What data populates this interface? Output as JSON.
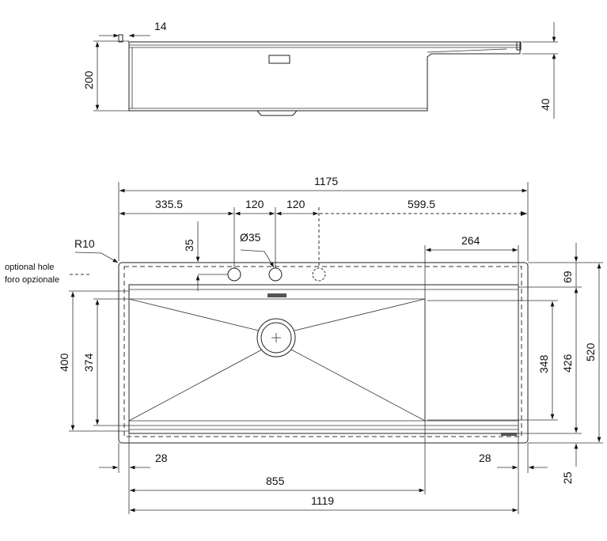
{
  "side_view": {
    "dims": {
      "thickness": "14",
      "height": "200",
      "drainboard_height": "40"
    }
  },
  "plan_view": {
    "dims": {
      "overall_width": "1175",
      "left_offset": "335.5",
      "hole_spacing_1": "120",
      "hole_spacing_2": "120",
      "right_offset": "599.5",
      "hole_from_edge": "35",
      "hole_diameter": "Ø35",
      "corner_radius": "R10",
      "drainboard_width": "264",
      "back_ledge": "69",
      "bowl_depth_outer": "426",
      "overall_depth": "520",
      "bowl_depth_inner": "348",
      "front_ledge": "25",
      "left_outer": "400",
      "left_inner": "374",
      "left_margin": "28",
      "right_margin": "28",
      "bowl_width": "855",
      "cutout_width": "1119"
    },
    "legend": {
      "optional_hole_en": "optional hole",
      "optional_hole_it": "foro opzionale"
    }
  }
}
